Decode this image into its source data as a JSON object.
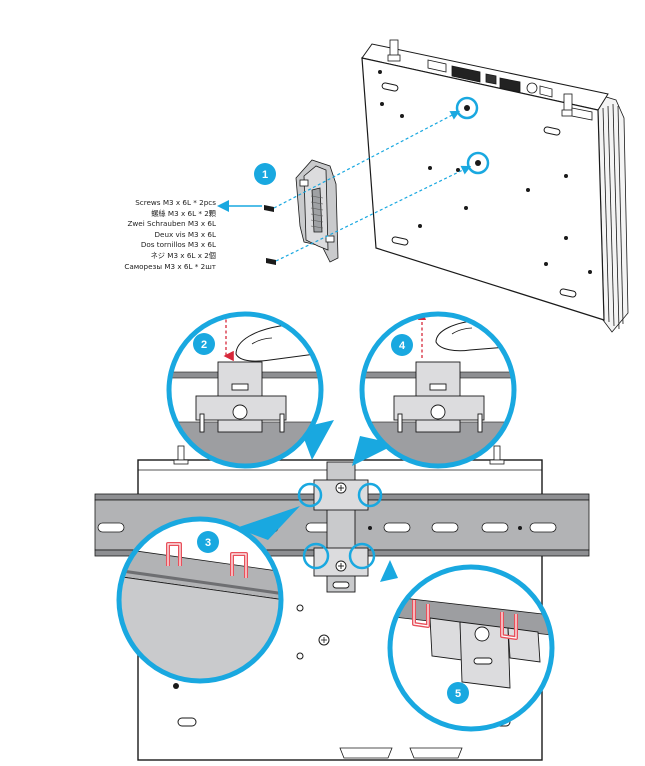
{
  "steps": [
    "1",
    "2",
    "3",
    "4",
    "5"
  ],
  "screw_labels": [
    "Screws M3 x 6L * 2pcs",
    "螺絲 M3 x 6L * 2顆",
    "Zwei Schrauben M3 x 6L",
    "Deux vis M3 x 6L",
    "Dos tornillos M3 x 6L",
    "ネジ M3 x 6L x 2個",
    "Саморезы M3 x 6L * 2шт"
  ],
  "colors": {
    "accent": "#19a8e0",
    "highlight": "#e8505b",
    "metal": "#bfc0c2",
    "rail": "#b2b3b5",
    "outline": "#1a1a1a"
  },
  "icons": [
    "dashed-arrow-icon",
    "solid-arrow-icon",
    "finger-icon",
    "screw-icon"
  ]
}
